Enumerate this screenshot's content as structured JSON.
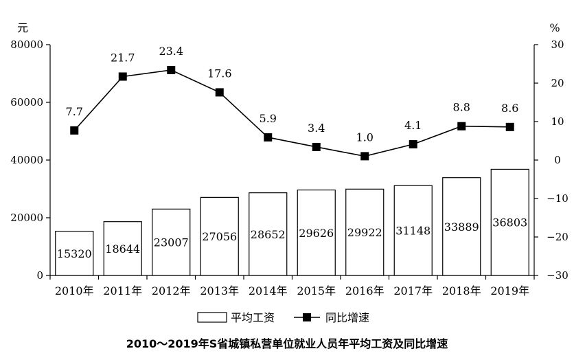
{
  "chart_data": {
    "type": "bar",
    "title": "2010～2019年S省城镇私营单位就业人员年平均工资及同比增速",
    "categories": [
      "2010年",
      "2011年",
      "2012年",
      "2013年",
      "2014年",
      "2015年",
      "2016年",
      "2017年",
      "2018年",
      "2019年"
    ],
    "series": [
      {
        "name": "平均工资",
        "type": "bar",
        "axis": "left",
        "values": [
          15320,
          18644,
          23007,
          27056,
          28652,
          29626,
          29922,
          31148,
          33889,
          36803
        ]
      },
      {
        "name": "同比增速",
        "type": "line",
        "axis": "right",
        "values": [
          7.7,
          21.7,
          23.4,
          17.6,
          5.9,
          3.4,
          1.0,
          4.1,
          8.8,
          8.6
        ]
      }
    ],
    "y_left": {
      "unit": "元",
      "range": [
        0,
        80000
      ],
      "ticks": [
        "0",
        "20000",
        "40000",
        "60000",
        "80000"
      ]
    },
    "y_right": {
      "unit": "%",
      "range": [
        -30,
        30
      ],
      "ticks": [
        "−30",
        "−20",
        "−10",
        "0",
        "10",
        "20",
        "30"
      ]
    },
    "bar_labels": [
      "15320",
      "18644",
      "23007",
      "27056",
      "28652",
      "29626",
      "29922",
      "31148",
      "33889",
      "36803"
    ],
    "line_labels": [
      "7.7",
      "21.7",
      "23.4",
      "17.6",
      "5.9",
      "3.4",
      "1.0",
      "4.1",
      "8.8",
      "8.6"
    ],
    "grid": false,
    "legend_position": "bottom"
  }
}
